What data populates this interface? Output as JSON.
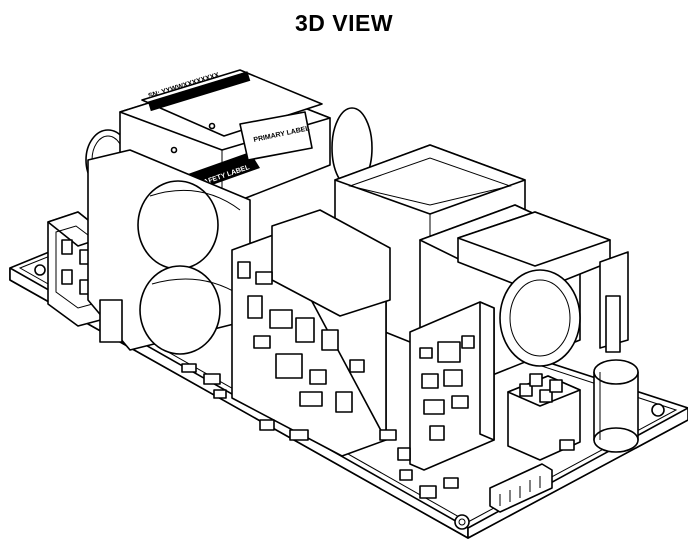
{
  "title": "3D VIEW",
  "labels": {
    "serial": "SN: YYWWXXXXXXXX",
    "safety": "SAFETY LABEL",
    "primary": "PRIMARY LABEL"
  }
}
